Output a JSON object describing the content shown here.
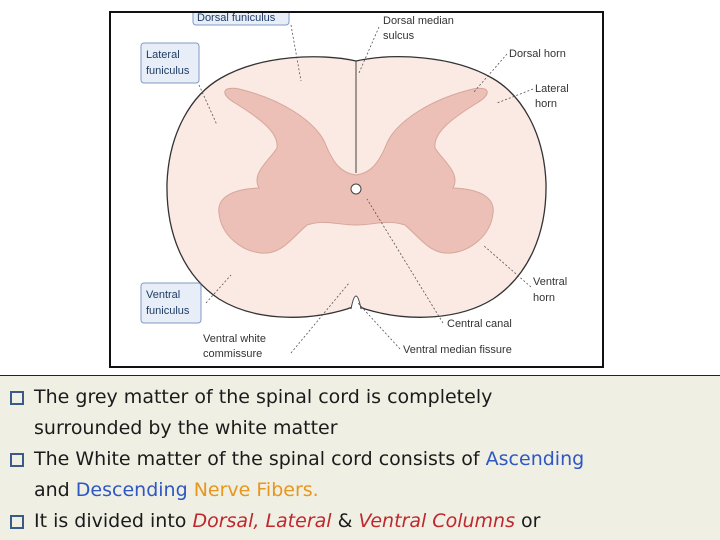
{
  "diagram": {
    "labels": {
      "dorsal_funiculus": "Dorsal funiculus",
      "dorsal_median_sulcus_1": "Dorsal median",
      "dorsal_median_sulcus_2": "sulcus",
      "dorsal_horn": "Dorsal horn",
      "lateral_funiculus_1": "Lateral",
      "lateral_funiculus_2": "funiculus",
      "lateral_horn_1": "Lateral",
      "lateral_horn_2": "horn",
      "ventral_horn_1": "Ventral",
      "ventral_horn_2": "horn",
      "ventral_funiculus_1": "Ventral",
      "ventral_funiculus_2": "funiculus",
      "central_canal": "Central canal",
      "ventral_white_commissure_1": "Ventral white",
      "ventral_white_commissure_2": "commissure",
      "ventral_median_fissure": "Ventral median fissure"
    },
    "colors": {
      "white_matter": "#fbe9e3",
      "grey_matter": "#ecc0b6",
      "outline": "#333333",
      "label_box_fill": "#e8eef7",
      "label_box_border": "#7f9ac4"
    }
  },
  "notes": {
    "line1_a": "The grey matter of the spinal cord is completely",
    "line1_b": "surrounded by the white matter",
    "line2_a": "The White matter of the spinal cord consists of ",
    "line2_ascending": "Ascending",
    "line2_b_and": "and ",
    "line2_descending": "Descending",
    "line2_nerve_fibers": "Nerve Fibers.",
    "line3_a": "It is divided into ",
    "line3_dorsal": "Dorsal,",
    "line3_lateral": "Lateral",
    "line3_amp": " & ",
    "line3_ventral": "Ventral Columns",
    "line3_or": " or"
  }
}
